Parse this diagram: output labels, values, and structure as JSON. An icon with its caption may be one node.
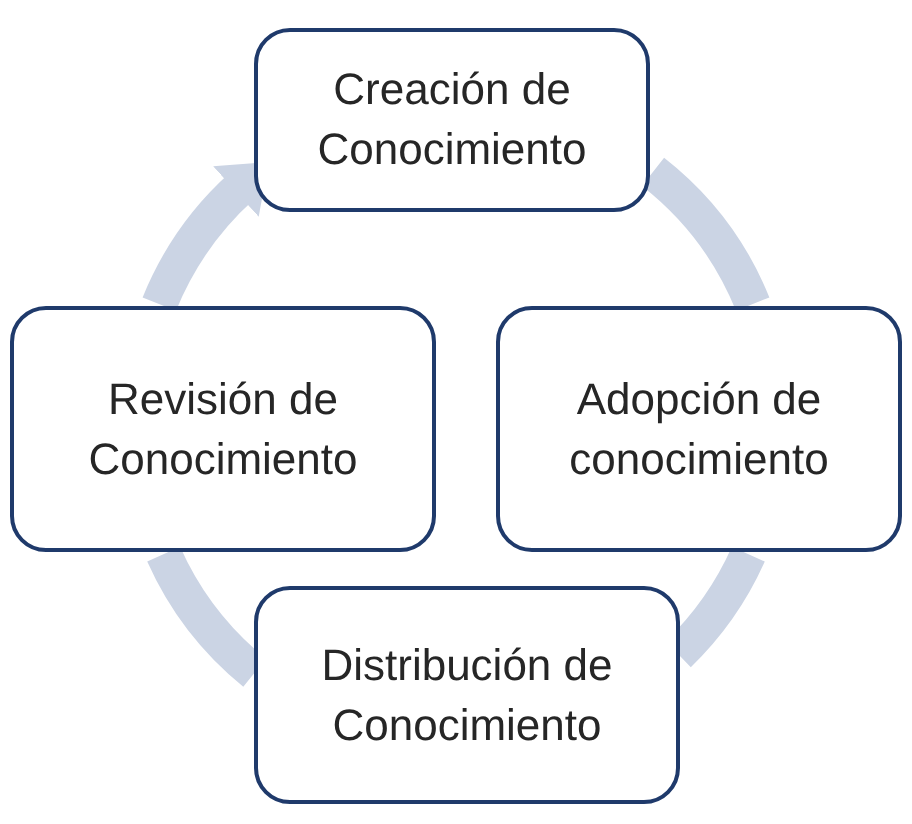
{
  "diagram": {
    "nodes": [
      {
        "text": [
          "Creación de Conocimiento"
        ]
      },
      {
        "text": [
          "Adopción de conocimiento"
        ]
      },
      {
        "text": [
          "Distribución de Conocimiento"
        ]
      },
      {
        "text": [
          "Revisión de Conocimiento"
        ]
      }
    ],
    "edges": [
      {
        "from": 0,
        "to": 1,
        "arrow": "none"
      },
      {
        "from": 1,
        "to": 2,
        "arrow": "none"
      },
      {
        "from": 2,
        "to": 3,
        "arrow": "none"
      },
      {
        "from": 3,
        "to": 0,
        "arrow": "to"
      }
    ]
  }
}
